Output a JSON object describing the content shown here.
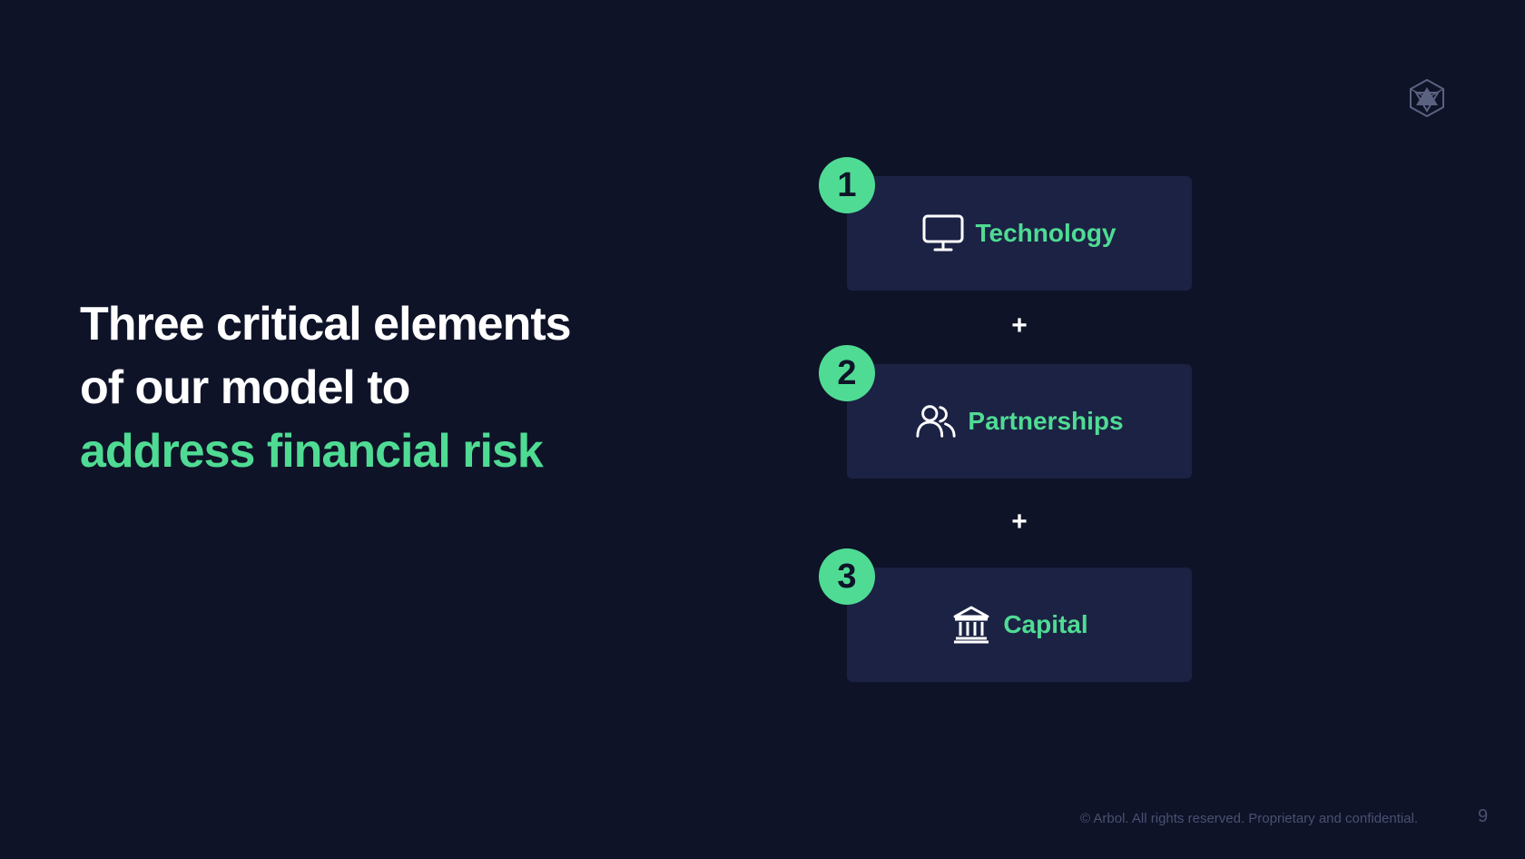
{
  "slide": {
    "headline": {
      "line1": "Three critical elements",
      "line2": "of our model to",
      "line3_accent": "address financial risk"
    },
    "elements": [
      {
        "number": "1",
        "label": "Technology",
        "icon": "monitor-icon"
      },
      {
        "number": "2",
        "label": "Partnerships",
        "icon": "users-icon"
      },
      {
        "number": "3",
        "label": "Capital",
        "icon": "bank-icon"
      }
    ],
    "connector": "+",
    "footer": "© Arbol. All rights reserved. Proprietary and confidential.",
    "page_number": "9",
    "logo": "arbol-polyhedron-logo"
  },
  "colors": {
    "background": "#0e1328",
    "card": "#1b2244",
    "accent": "#4fdb93",
    "text": "#ffffff",
    "muted": "#4a5070"
  }
}
